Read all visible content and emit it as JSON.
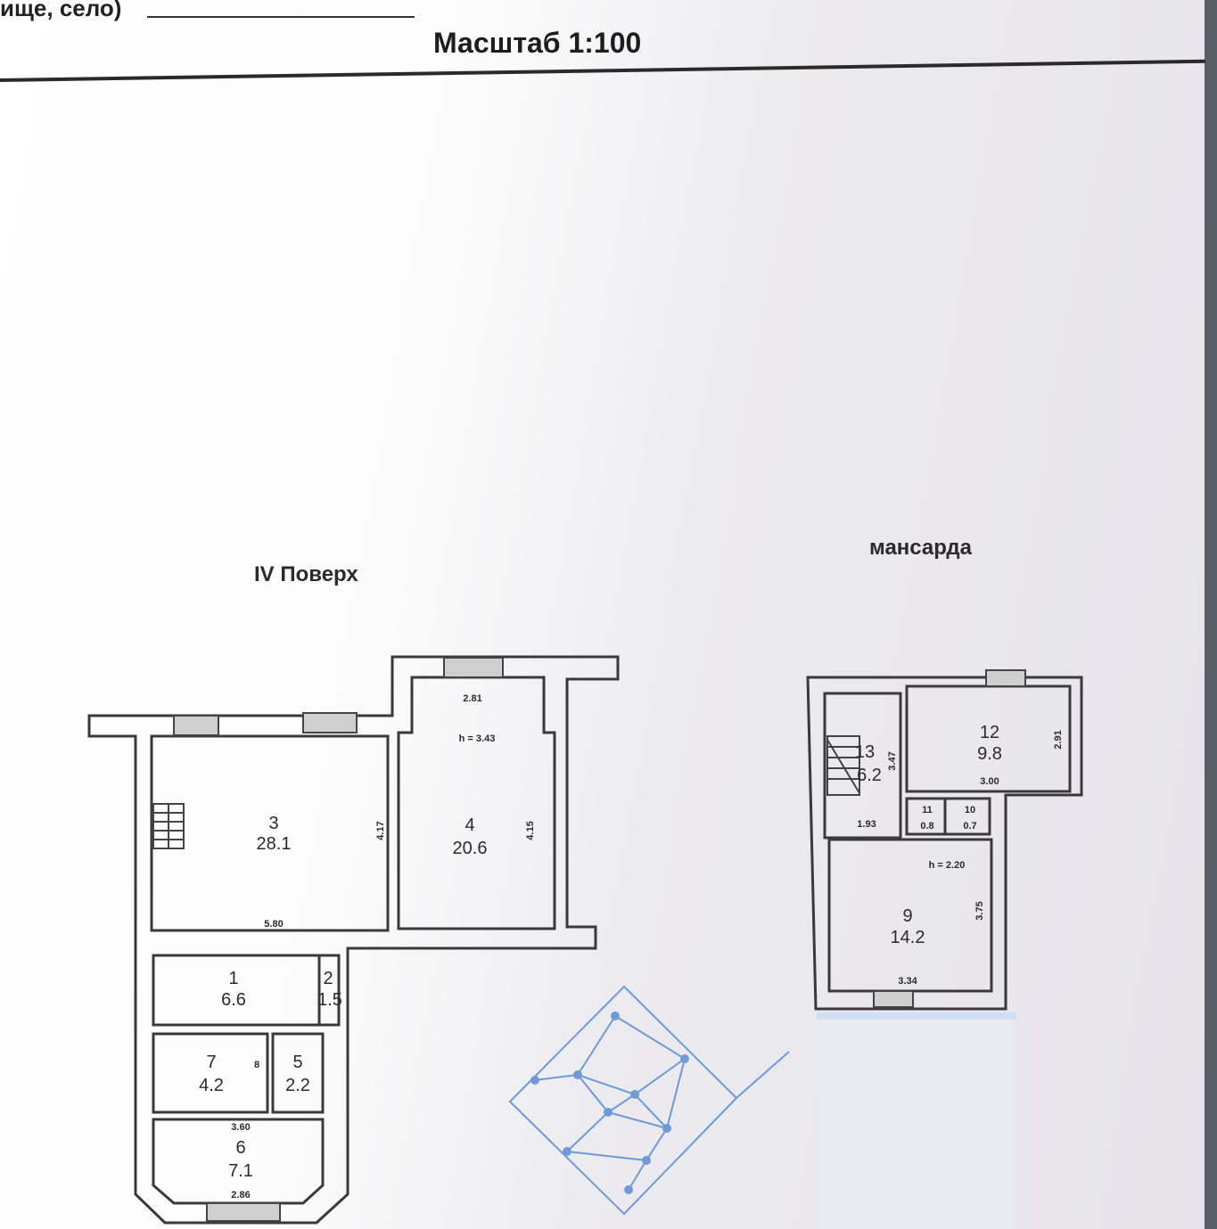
{
  "header": {
    "location_fragment": "ище, село)",
    "scale": "Масштаб 1:100"
  },
  "floor4": {
    "title": "IV Поверх",
    "rooms": [
      {
        "num": "3",
        "area": "28.1"
      },
      {
        "num": "4",
        "area": "20.6"
      },
      {
        "num": "1",
        "area": "6.6"
      },
      {
        "num": "2",
        "area": "1.5"
      },
      {
        "num": "7",
        "area": "4.2"
      },
      {
        "num": "5",
        "area": "2.2"
      },
      {
        "num": "6",
        "area": "7.1"
      }
    ],
    "dims": {
      "d1": "2.81",
      "height": "h = 3.43",
      "d2": "4.17",
      "d3": "4.15",
      "d4": "5.80",
      "d5": "3.60",
      "d6": "2.86",
      "d7": "8"
    }
  },
  "attic": {
    "title": "мансарда",
    "rooms": [
      {
        "num": "12",
        "area": "9.8"
      },
      {
        "num": "13",
        "area": "6.2"
      },
      {
        "num": "11",
        "area": "0.8"
      },
      {
        "num": "10",
        "area": "0.7"
      },
      {
        "num": "9",
        "area": "14.2"
      }
    ],
    "dims": {
      "d1": "2.91",
      "d2": "3.00",
      "d3": "1.93",
      "height": "h = 2.20",
      "d4": "3.75",
      "d5": "3.34",
      "d6": "3.47"
    }
  }
}
